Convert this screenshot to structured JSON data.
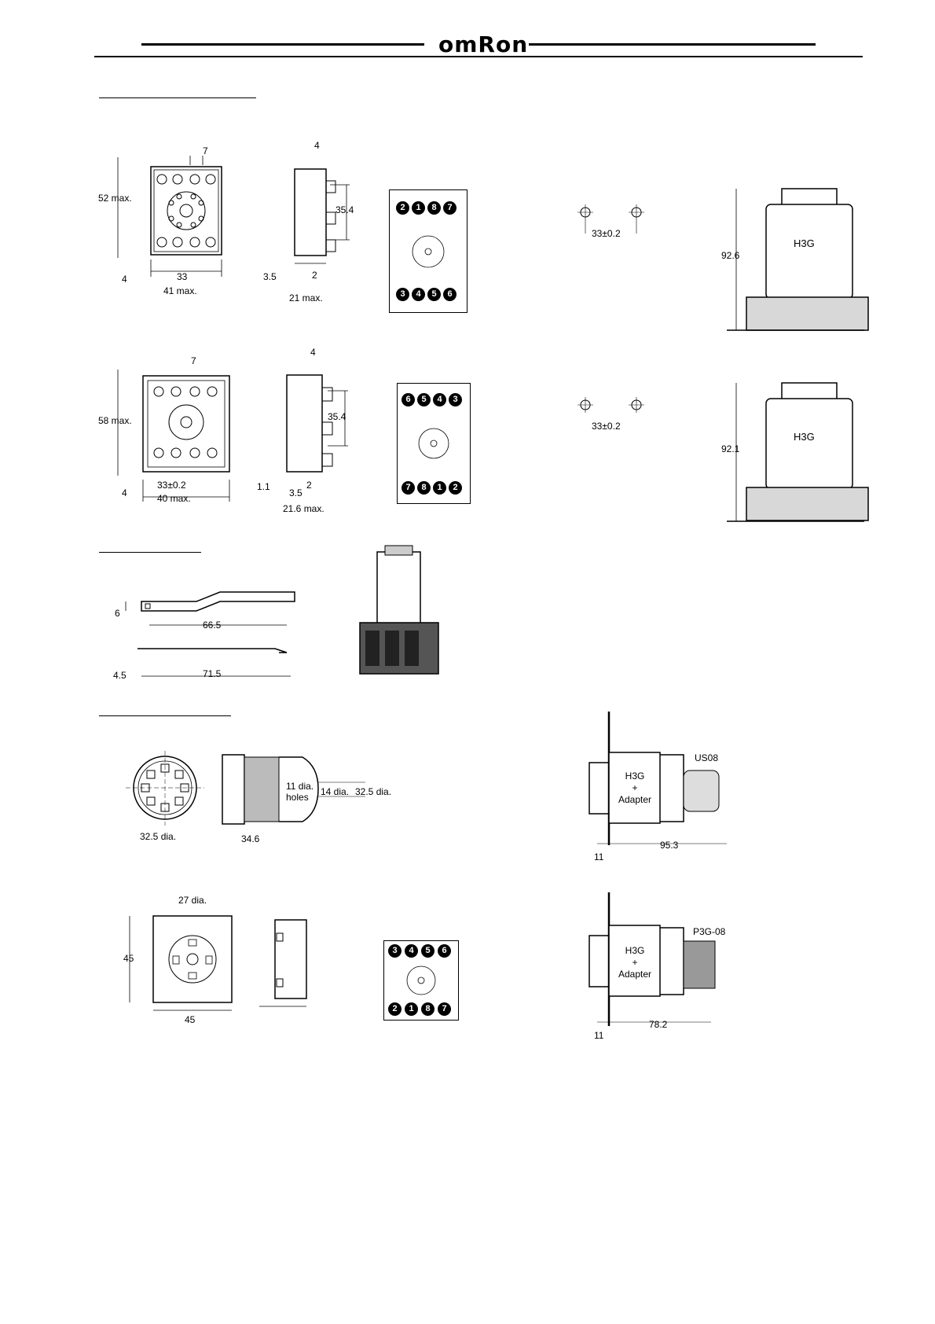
{
  "header": {
    "brand": "omRon"
  },
  "socket_8pf": {
    "front_height": "52 max.",
    "pitch_top": "7",
    "front_pitch": "33",
    "front_width": "41 max.",
    "bottom_offset": "4",
    "side_top": "4",
    "side_height": "35.4",
    "side_left": "3.5",
    "side_mid": "2",
    "side_width": "21 max.",
    "pins_top": [
      "2",
      "1",
      "8",
      "7"
    ],
    "pins_bottom": [
      "3",
      "4",
      "5",
      "6"
    ],
    "hole_pitch": "33±0.2",
    "mounted_height": "92.6",
    "timer_label": "H3G"
  },
  "socket_8pfa": {
    "front_height": "58 max.",
    "pitch_top": "7",
    "front_pitch": "33±0.2",
    "front_width": "40 max.",
    "bottom_offset": "4",
    "side_top": "4",
    "side_height": "35.4",
    "side_left": "1.1",
    "side_gap": "3.5",
    "side_mid": "2",
    "side_width": "21.6 max.",
    "pins_top": [
      "6",
      "5",
      "4",
      "3"
    ],
    "pins_bottom": [
      "7",
      "8",
      "1",
      "2"
    ],
    "hole_pitch": "33±0.2",
    "mounted_height": "92.1",
    "timer_label": "H3G"
  },
  "hold_clip": {
    "height": "6",
    "length_inner": "66.5",
    "offset": "4.5",
    "length_outer": "71.5"
  },
  "back_socket_us08": {
    "face_dia": "32.5 dia.",
    "holes": "11 dia. holes",
    "inner_dia": "14 dia.",
    "outer_dia": "32.5 dia.",
    "depth": "34.6",
    "panel": "11",
    "mounted_depth": "95.3",
    "model": "US08",
    "assembly_line1": "H3G",
    "assembly_line2": "+",
    "assembly_line3": "Adapter"
  },
  "back_socket_p3g08": {
    "inner_dia": "27 dia.",
    "height": "45",
    "width": "45",
    "pins_top": [
      "3",
      "4",
      "5",
      "6"
    ],
    "pins_bottom": [
      "2",
      "1",
      "8",
      "7"
    ],
    "panel": "11",
    "mounted_depth": "78.2",
    "model": "P3G-08",
    "assembly_line1": "H3G",
    "assembly_line2": "+",
    "assembly_line3": "Adapter"
  }
}
